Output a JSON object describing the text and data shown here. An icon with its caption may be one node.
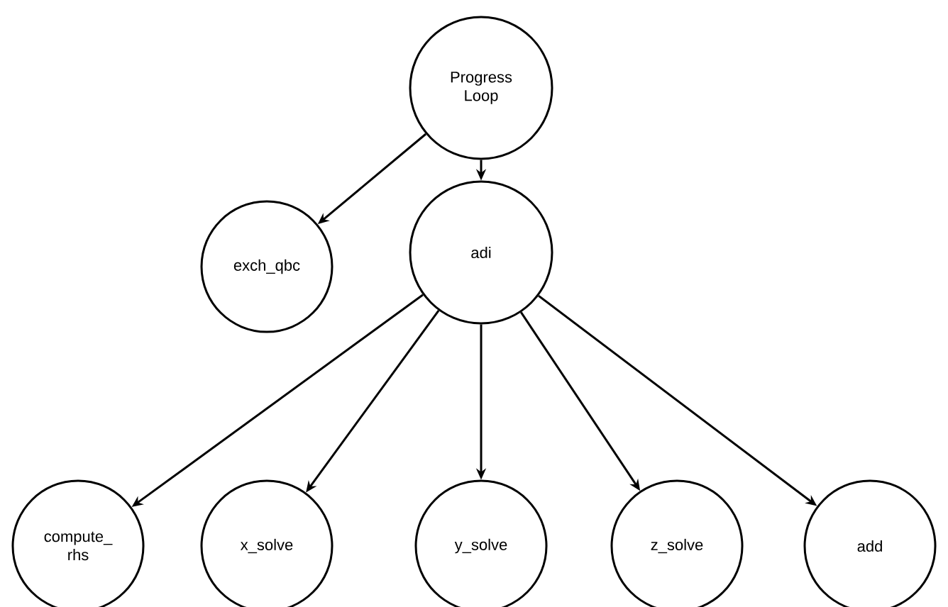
{
  "diagram": {
    "nodes": [
      {
        "text": [
          "Progress Loop"
        ]
      },
      {
        "text": [
          "exch_qbc"
        ]
      },
      {
        "text": [
          "adi"
        ]
      },
      {
        "text": [
          "compute_ rhs"
        ]
      },
      {
        "text": [
          "x_solve"
        ]
      },
      {
        "text": [
          "y_solve"
        ]
      },
      {
        "text": [
          "z_solve"
        ]
      },
      {
        "text": [
          "add"
        ]
      }
    ],
    "edges": [
      {
        "from": 0,
        "to": 1,
        "arrow": "to"
      },
      {
        "from": 0,
        "to": 2,
        "arrow": "to"
      },
      {
        "from": 2,
        "to": 3,
        "arrow": "to"
      },
      {
        "from": 2,
        "to": 4,
        "arrow": "to"
      },
      {
        "from": 2,
        "to": 5,
        "arrow": "to"
      },
      {
        "from": 2,
        "to": 6,
        "arrow": "to"
      },
      {
        "from": 2,
        "to": 7,
        "arrow": "to"
      }
    ]
  }
}
